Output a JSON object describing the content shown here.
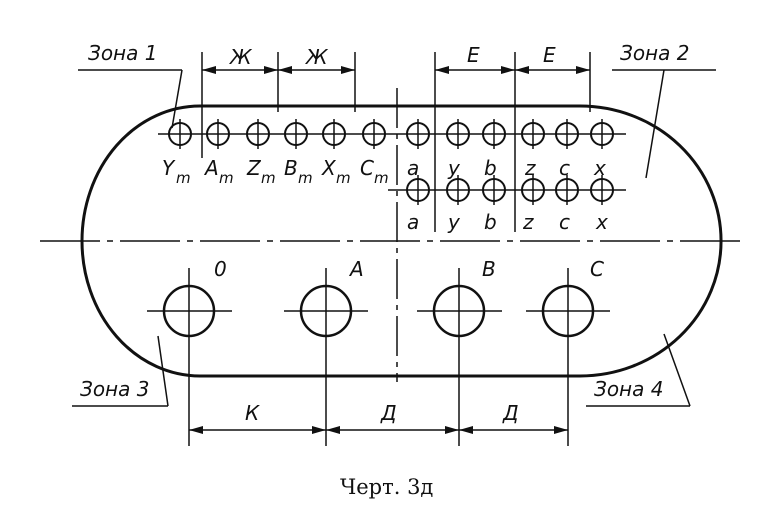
{
  "zones": {
    "zone1": "Зона 1",
    "zone2": "Зона 2",
    "zone3": "Зона 3",
    "zone4": "Зона 4"
  },
  "dimensions": {
    "zh1": "Ж",
    "zh2": "Ж",
    "e1": "Е",
    "e2": "Е",
    "k": "К",
    "d1": "Д",
    "d2": "Д"
  },
  "top_row_labels": [
    {
      "main": "Y",
      "sub": "m"
    },
    {
      "main": "A",
      "sub": "m"
    },
    {
      "main": "Z",
      "sub": "m"
    },
    {
      "main": "B",
      "sub": "m"
    },
    {
      "main": "X",
      "sub": "m"
    },
    {
      "main": "C",
      "sub": "m"
    },
    {
      "main": "a",
      "sub": ""
    },
    {
      "main": "y",
      "sub": ""
    },
    {
      "main": "b",
      "sub": ""
    },
    {
      "main": "z",
      "sub": ""
    },
    {
      "main": "c",
      "sub": ""
    },
    {
      "main": "x",
      "sub": ""
    }
  ],
  "second_row_labels": [
    "a",
    "y",
    "b",
    "z",
    "c",
    "x"
  ],
  "large_terminal_labels": [
    "0",
    "A",
    "B",
    "C"
  ],
  "caption": "Черт. 3д"
}
